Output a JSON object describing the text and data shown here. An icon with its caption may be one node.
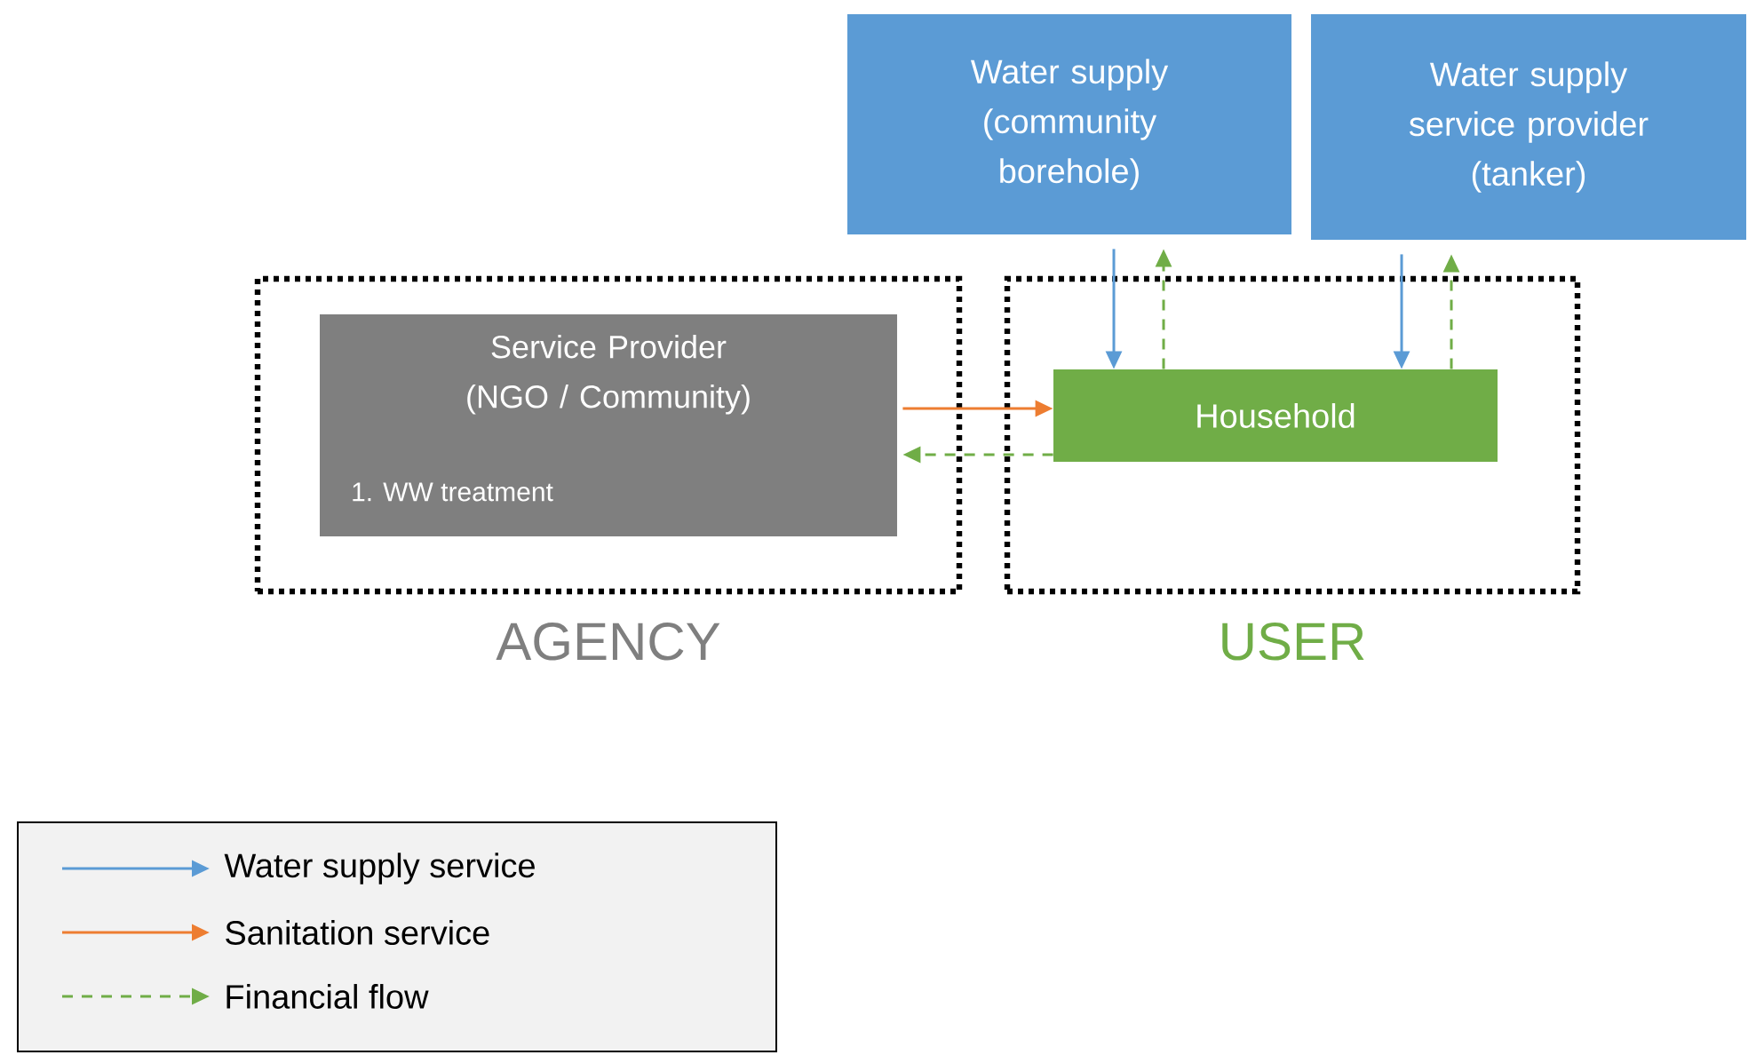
{
  "diagram": {
    "nodes": [
      {
        "text": [
          "AGENCY"
        ]
      },
      {
        "text": [
          "Service Provider (NGO / Community)",
          "1. WW treatment"
        ],
        "in": 0
      },
      {
        "text": [
          "USER"
        ]
      },
      {
        "text": [
          "Household"
        ],
        "in": 2
      },
      {
        "text": [
          "Water supply (community borehole)"
        ]
      },
      {
        "text": [
          "Water supply service provider (tanker)"
        ]
      }
    ],
    "edges": [
      {
        "from": 4,
        "to": 3,
        "arrow": "to",
        "color": "#5b9bd5"
      },
      {
        "from": 3,
        "to": 4,
        "arrow": "to",
        "style": "dashed",
        "color": "#70ad47"
      },
      {
        "from": 5,
        "to": 3,
        "arrow": "to",
        "color": "#5b9bd5"
      },
      {
        "from": 3,
        "to": 5,
        "arrow": "to",
        "style": "dashed",
        "color": "#70ad47"
      },
      {
        "from": 1,
        "to": 3,
        "arrow": "to",
        "color": "#ed7d31"
      },
      {
        "from": 3,
        "to": 1,
        "arrow": "to",
        "style": "dashed",
        "color": "#70ad47"
      }
    ],
    "legend": [
      {
        "text": "Water supply service"
      },
      {
        "text": "Sanitation service"
      },
      {
        "text": "Financial flow"
      }
    ]
  }
}
